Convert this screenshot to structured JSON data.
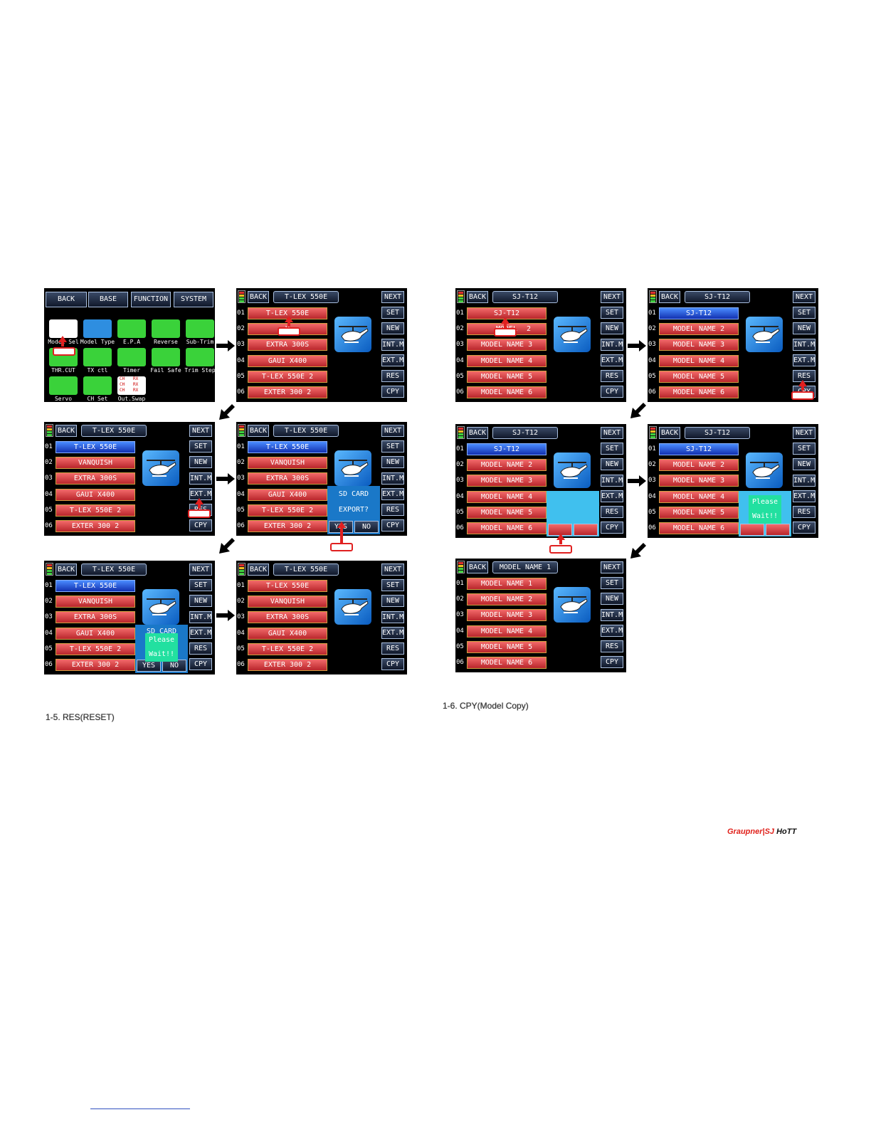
{
  "buttons": {
    "back": "BACK",
    "next": "NEXT",
    "set": "SET",
    "new": "NEW",
    "int": "INT.M",
    "ext": "EXT.M",
    "res": "RES",
    "cpy": "CPY",
    "yes": "YES",
    "no": "NO"
  },
  "menu": {
    "tabs": [
      "BACK",
      "BASE",
      "FUNCTION",
      "SYSTEM"
    ],
    "icons": [
      {
        "label": "Model Sel",
        "icon": "model-select-icon",
        "color": "#ffffff"
      },
      {
        "label": "Model Type",
        "icon": "model-type-icon",
        "color": "#2e8ee0"
      },
      {
        "label": "E.P.A",
        "icon": "epa-icon",
        "color": "#3ad23a"
      },
      {
        "label": "Reverse",
        "icon": "reverse-icon",
        "color": "#3ad23a"
      },
      {
        "label": "Sub-Trim",
        "icon": "sub-trim-icon",
        "color": "#3ad23a"
      },
      {
        "label": "THR.CUT",
        "icon": "throttle-cut-icon",
        "color": "#3ad23a"
      },
      {
        "label": "TX ctl",
        "icon": "tx-control-icon",
        "color": "#3ad23a"
      },
      {
        "label": "Timer",
        "icon": "timer-icon",
        "color": "#3ad23a"
      },
      {
        "label": "Fail Safe",
        "icon": "fail-safe-icon",
        "color": "#3ad23a"
      },
      {
        "label": "Trim Step",
        "icon": "trim-step-icon",
        "color": "#3ad23a"
      },
      {
        "label": "Servo",
        "icon": "servo-icon",
        "color": "#3ad23a"
      },
      {
        "label": "CH Set",
        "icon": "channel-set-icon",
        "color": "#3ad23a"
      },
      {
        "label": "Out.Swap",
        "icon": "output-swap-icon",
        "color": "#3ad23a"
      }
    ],
    "channel_icon_text": [
      "CH",
      "RX",
      "CH",
      "RX",
      "CH",
      "RX"
    ]
  },
  "row_numbers": [
    "01",
    "02",
    "03",
    "04",
    "05",
    "06"
  ],
  "left_models": [
    "T-LEX 550E",
    "VANQUISH",
    "EXTRA 300S",
    "GAUI X400",
    "T-LEX 550E 2",
    "EXTER 300 2"
  ],
  "left_title": "T-LEX 550E",
  "left_models_partial": [
    "T-LEX 550E",
    "V",
    "EXTRA 300S",
    "GAUI X400",
    "T-LEX 550E 2",
    "EXTER 300 2"
  ],
  "right_models": [
    "SJ-T12",
    "MODEL NAME 2",
    "MODEL NAME 3",
    "MODEL NAME 4",
    "MODEL NAME 5",
    "MODEL NAME 6"
  ],
  "right_title": "SJ-T12",
  "right_models_partial": [
    "SJ-T12",
    "MODEL",
    "MODEL NAME 3",
    "MODEL NAME 4",
    "MODEL NAME 5",
    "MODEL NAME 6"
  ],
  "right_row2_suffix": "2",
  "final_models": [
    "MODEL NAME 1",
    "MODEL NAME 2",
    "MODEL NAME 3",
    "MODEL NAME 4",
    "MODEL NAME 5",
    "MODEL NAME 6"
  ],
  "final_title": "MODEL NAME 1",
  "popup_export": {
    "line1": "SD CARD",
    "line2": "EXPORT?"
  },
  "popup_wait": {
    "line1": "Please",
    "line2": "Wait!!"
  },
  "popup_partial_head": "SD CARD",
  "captions": {
    "left": "1-5. RES(RESET)",
    "right": "1-6. CPY(Model Copy)"
  },
  "logo": {
    "brand": "Graupner|SJ",
    "model": "HoTT"
  },
  "colors": {
    "row_red": "#d8383c",
    "row_blue": "#1e56e0",
    "popup_blue": "#1a78c8",
    "popup_cyan": "#40c0ee",
    "wait_green": "#22e0a0",
    "marker_red": "#e02020"
  }
}
